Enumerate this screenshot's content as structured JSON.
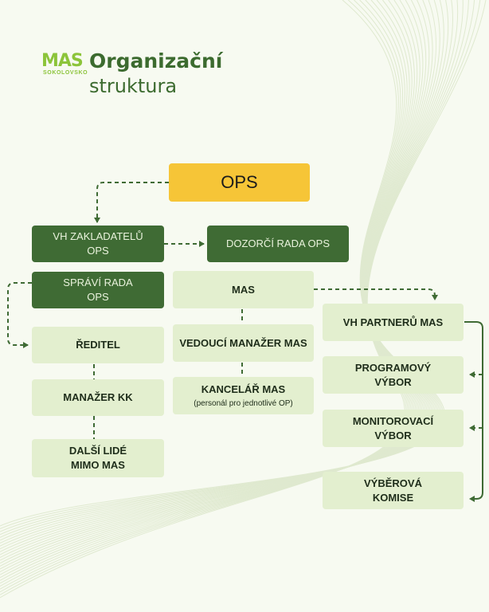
{
  "logo": {
    "mark": "MAS",
    "sub": "SOKOLOVSKO"
  },
  "title": {
    "line1": "Organizační",
    "line2": "struktura"
  },
  "nodes": {
    "ops": "OPS",
    "vh_zakladatelu": [
      "VH ZAKLADATELŮ",
      "OPS"
    ],
    "dozorci_rada": "DOZORČÍ RADA OPS",
    "spravi_rada": [
      "SPRÁVÍ RADA",
      "OPS"
    ],
    "reditel": "ŘEDITEL",
    "manazer_kk": "MANAŽER KK",
    "dalsi_lide": [
      "DALŠÍ LIDÉ",
      "MIMO MAS"
    ],
    "mas": "MAS",
    "vedouci_manazer": "VEDOUCÍ MANAŽER MAS",
    "kancelar": "KANCELÁŘ MAS",
    "kancelar_sub": "(personál pro jednotlivé OP)",
    "vh_partneru": "VH PARTNERŮ MAS",
    "programovy": [
      "PROGRAMOVÝ",
      "VÝBOR"
    ],
    "monitorovaci": [
      "MONITOROVACÍ",
      "VÝBOR"
    ],
    "vyberova": [
      "VÝBĚROVÁ",
      "KOMISE"
    ]
  },
  "colors": {
    "dark_green": "#3f6b34",
    "light_green": "#e3efcf",
    "yellow": "#f6c537",
    "text_green": "#3c6b2f"
  }
}
